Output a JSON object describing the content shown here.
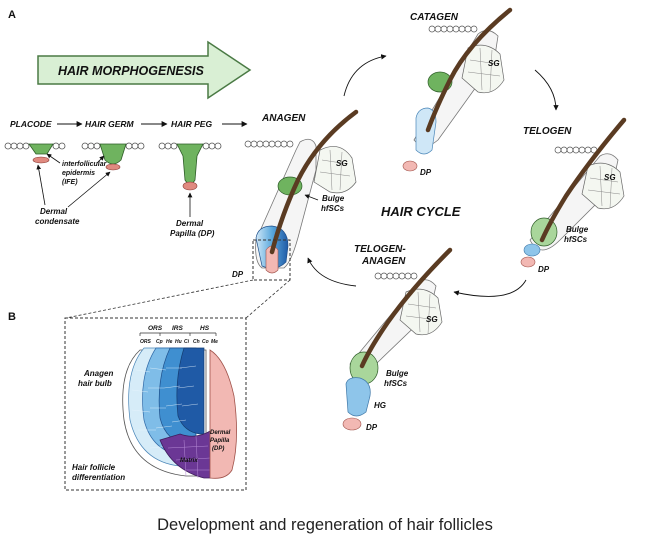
{
  "panels": {
    "a": "A",
    "b": "B"
  },
  "morphogenesis": {
    "banner": "HAIR MORPHOGENESIS",
    "stages": [
      "PLACODE",
      "HAIR GERM",
      "HAIR PEG"
    ],
    "labels": {
      "ife": [
        "interfollicular",
        "epidermis",
        "(IFE)"
      ],
      "dermal_condensate": [
        "Dermal",
        "condensate"
      ],
      "dermal_papilla": [
        "Dermal",
        "Papilla (DP)"
      ]
    }
  },
  "cycle": {
    "title": "HAIR CYCLE",
    "stages": {
      "anagen": "ANAGEN",
      "catagen": "CATAGEN",
      "telogen": "TELOGEN",
      "telogen_anagen": [
        "TELOGEN-",
        "ANAGEN"
      ]
    },
    "labels": {
      "sg": "SG",
      "dp": "DP",
      "hg": "HG",
      "bulge": [
        "Bulge",
        "hfSCs"
      ]
    }
  },
  "bulb": {
    "title": [
      "Anagen",
      "hair bulb"
    ],
    "differentiation": [
      "Hair follicle",
      "differentiation"
    ],
    "groups": [
      "ORS",
      "IRS",
      "HS"
    ],
    "layers": [
      "ORS",
      "Cp",
      "He",
      "Hu",
      "Ci",
      "Ch",
      "Co",
      "Me"
    ],
    "matrix": "Matrix",
    "dermal_papilla": [
      "Dermal",
      "Papilla",
      "(DP)"
    ]
  },
  "caption": "Development and regeneration of hair follicles",
  "colors": {
    "green": "#6fb35f",
    "green_light": "#a9d69b",
    "arrow_fill": "#d9efd4",
    "arrow_stroke": "#4a7a44",
    "hair": "#5a3b22",
    "pink": "#f2b8b3",
    "blue": "#8ec5ea",
    "purple": "#6b3795"
  }
}
